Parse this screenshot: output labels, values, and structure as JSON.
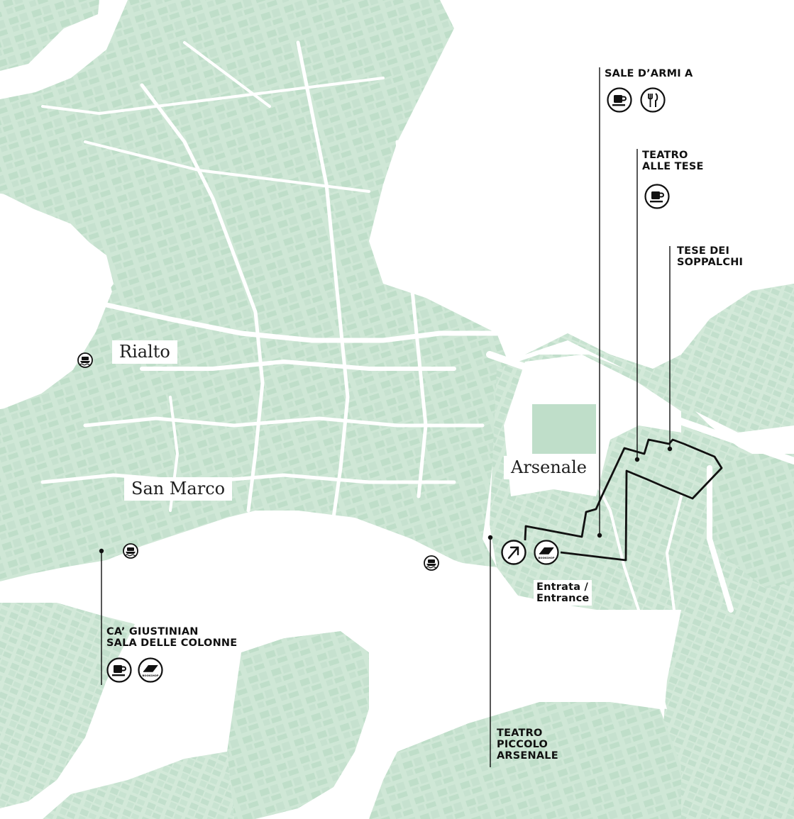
{
  "colors": {
    "land": "#d4eadb",
    "land_dark": "#c3e2cd",
    "water": "#ffffff",
    "streets": "#ffffff",
    "route": "#111111",
    "text": "#111111"
  },
  "places": {
    "rialto": "Rialto",
    "san_marco": "San Marco",
    "arsenale": "Arsenale"
  },
  "venues": {
    "sale_darmi": {
      "lines": [
        "SALE D’ARMI A"
      ],
      "services": [
        "cafe-icon",
        "restaurant-icon"
      ]
    },
    "teatro_tese": {
      "lines": [
        "TEATRO",
        "ALLE TESE"
      ],
      "services": [
        "cafe-icon"
      ]
    },
    "tese_soppalchi": {
      "lines": [
        "TESE DEI",
        "SOPPALCHI"
      ],
      "services": []
    },
    "ca_giustinian": {
      "lines": [
        "CA’ GIUSTINIAN",
        "SALA DELLE COLONNE"
      ],
      "services": [
        "cafe-icon",
        "bookshop-icon"
      ]
    },
    "teatro_piccolo": {
      "lines": [
        "TEATRO",
        "PICCOLO",
        "ARSENALE"
      ],
      "services": []
    }
  },
  "entrance": {
    "lines": [
      "Entrata /",
      "Entrance"
    ]
  },
  "icon_text": {
    "bookshop": "BOOKSHOP"
  },
  "ferry_stops": [
    "ferry-icon",
    "ferry-icon",
    "ferry-icon"
  ]
}
